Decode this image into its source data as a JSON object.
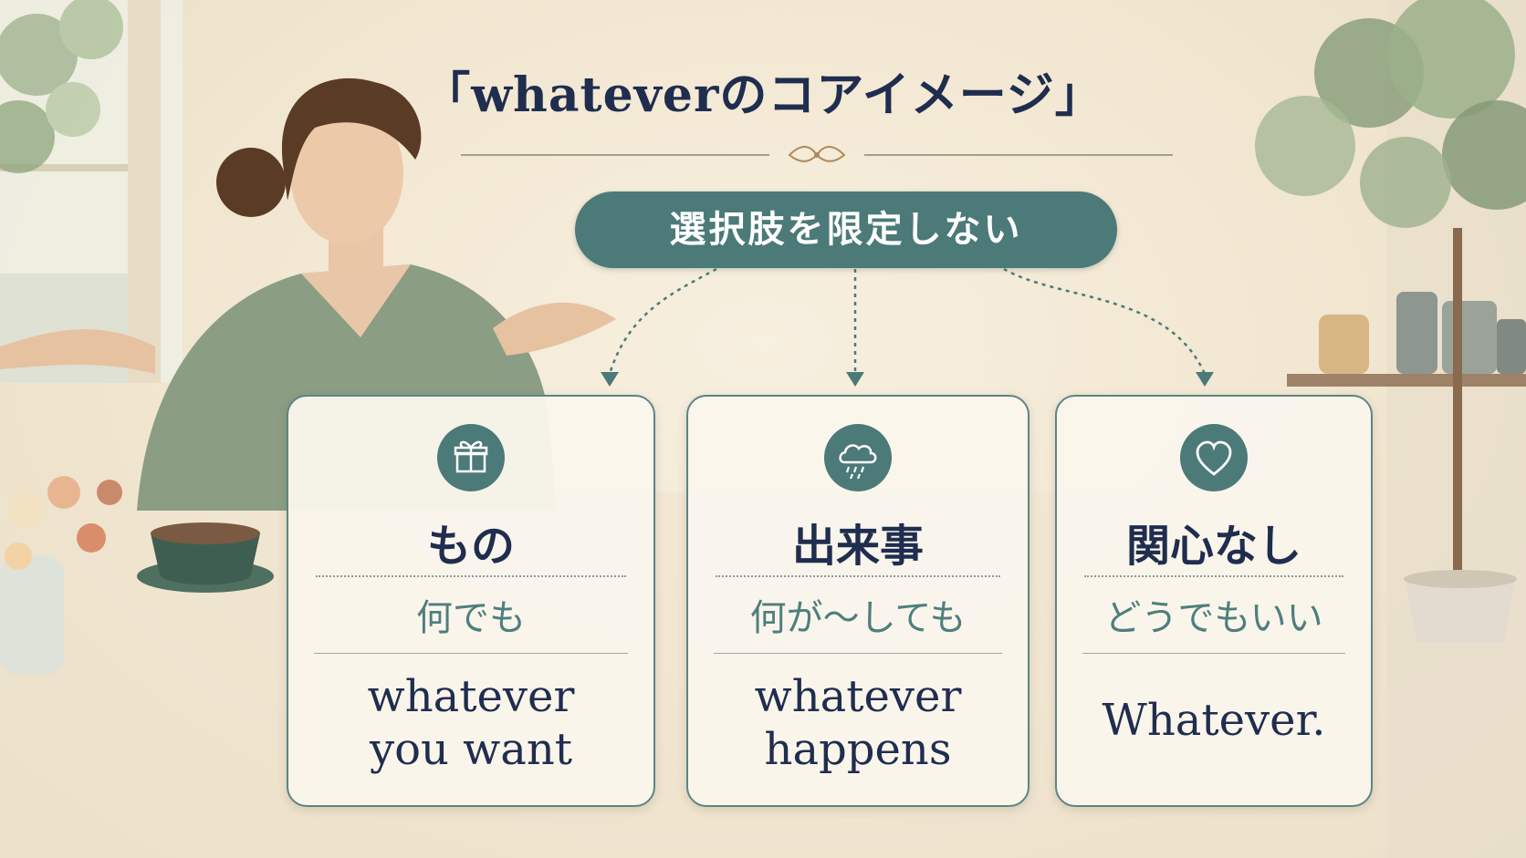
{
  "title": "「whateverのコアイメージ」",
  "core": "選択肢を限定しない",
  "cards": [
    {
      "icon": "gift-icon",
      "heading": "もの",
      "japanese": "何でも",
      "english_line1": "whatever",
      "english_line2": "you want"
    },
    {
      "icon": "rain-cloud-icon",
      "heading": "出来事",
      "japanese": "何が〜しても",
      "english_line1": "whatever",
      "english_line2": "happens"
    },
    {
      "icon": "heart-icon",
      "heading": "関心なし",
      "japanese": "どうでもいい",
      "english_line1": "Whatever.",
      "english_line2": ""
    }
  ],
  "colors": {
    "accent": "#4b7a78",
    "navy": "#1f2d4f",
    "teal_text": "#4e7f7d",
    "background": "#f3ead7"
  }
}
